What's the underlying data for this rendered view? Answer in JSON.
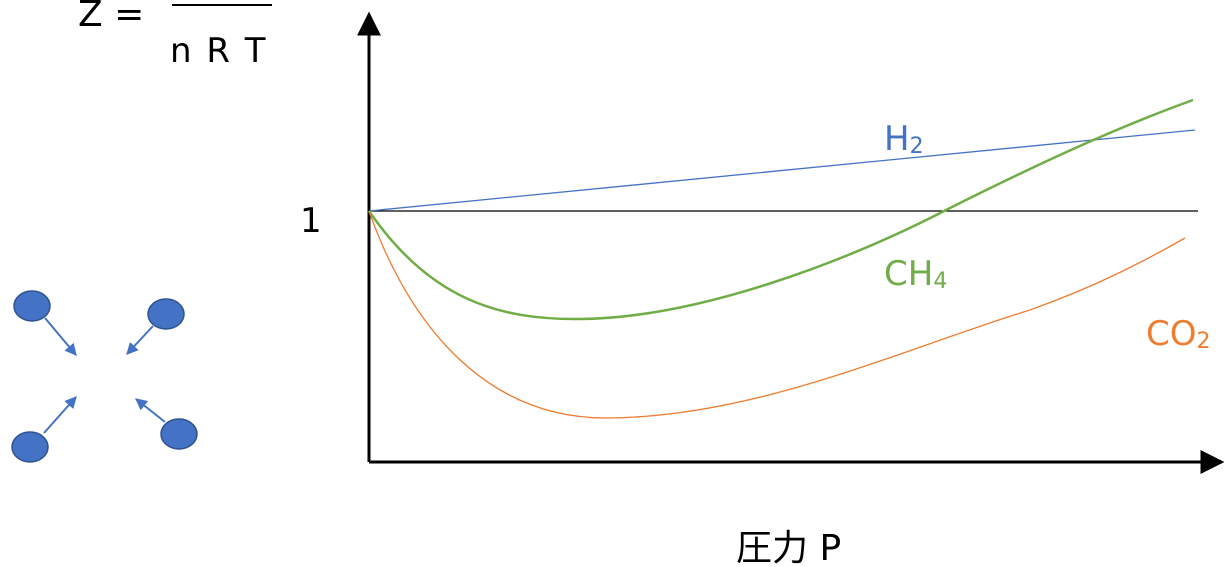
{
  "formula": {
    "left": "Z =",
    "denominator": "n R T"
  },
  "y_axis": {
    "reference_label": "1"
  },
  "x_axis": {
    "label": "圧力 P"
  },
  "series": [
    {
      "key": "h2",
      "label": "H",
      "subscript": "2",
      "color": "#4472c4"
    },
    {
      "key": "ch4",
      "label": "CH",
      "subscript": "4",
      "color": "#70ad47"
    },
    {
      "key": "co2",
      "label": "CO",
      "subscript": "2",
      "color": "#ed7d31"
    }
  ],
  "colors": {
    "axis": "#000000",
    "reference_line": "#000000",
    "molecule": "#4472c4",
    "molecule_stroke": "#2f528f"
  },
  "icons": {
    "molecules": "molecule-dot-icon",
    "attraction": "arrow-icon"
  }
}
